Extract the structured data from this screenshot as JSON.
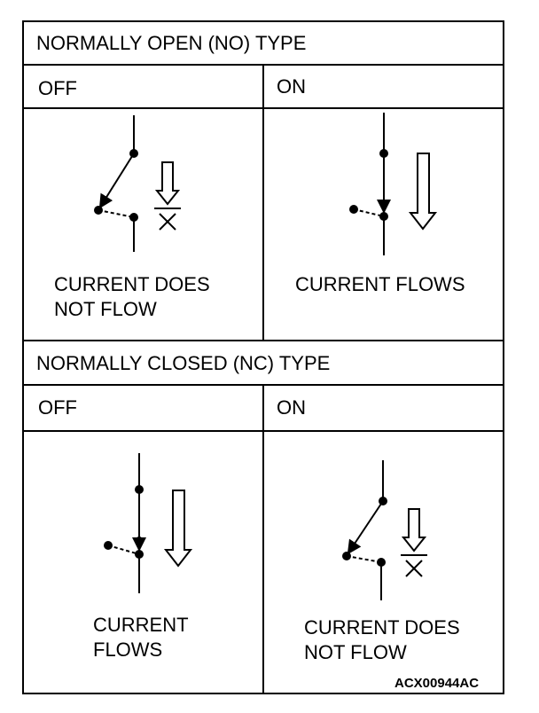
{
  "no_section": {
    "title": "NORMALLY OPEN (NO) TYPE",
    "off": {
      "label": "OFF",
      "caption_line1": "CURRENT DOES",
      "caption_line2": "NOT FLOW"
    },
    "on": {
      "label": "ON",
      "caption_line1": "CURRENT FLOWS"
    }
  },
  "nc_section": {
    "title": "NORMALLY CLOSED (NC) TYPE",
    "off": {
      "label": "OFF",
      "caption_line1": "CURRENT",
      "caption_line2": "FLOWS"
    },
    "on": {
      "label": "ON",
      "caption_line1": "CURRENT DOES",
      "caption_line2": "NOT FLOW"
    }
  },
  "figure_code": "ACX00944AC"
}
